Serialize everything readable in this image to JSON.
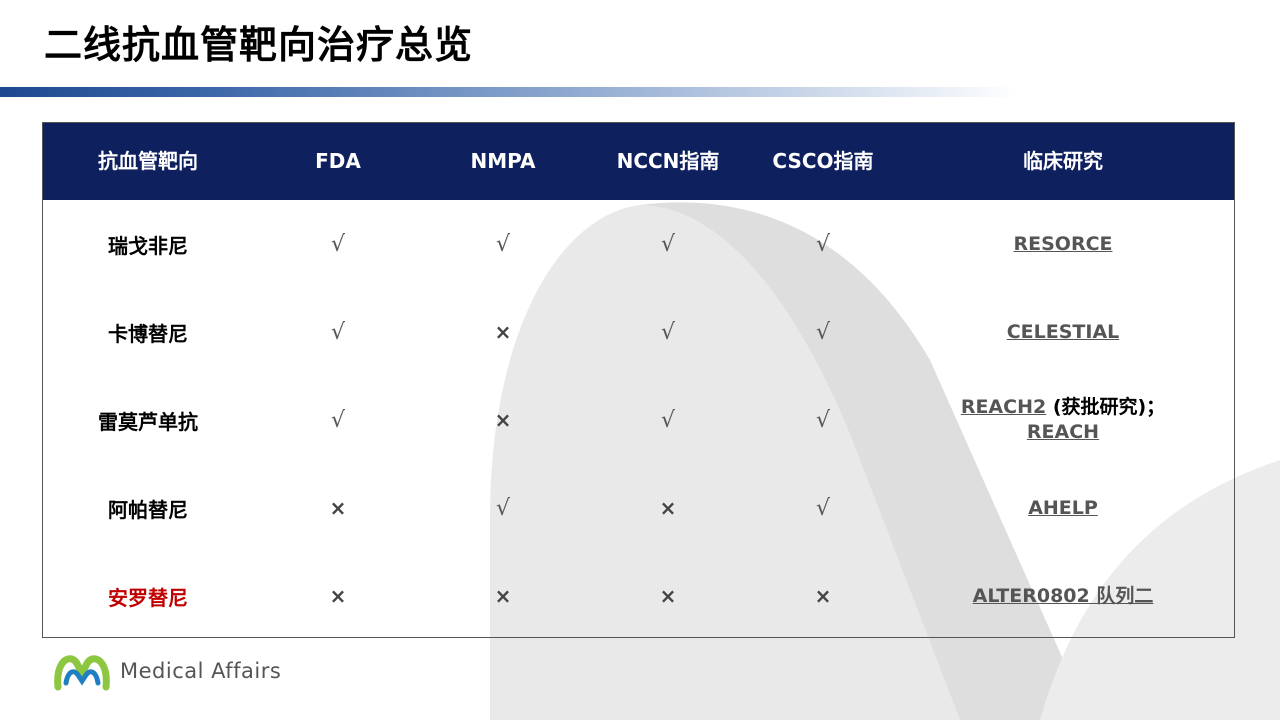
{
  "title": "二线抗血管靶向治疗总览",
  "headers": [
    "抗血管靶向",
    "FDA",
    "NMPA",
    "NCCN指南",
    "CSCO指南",
    "临床研究"
  ],
  "symbols": {
    "yes": "√",
    "no": "×"
  },
  "rows": [
    {
      "drug": "瑞戈非尼",
      "fda": "√",
      "nmpa": "√",
      "nccn": "√",
      "csco": "√",
      "study": "RESORCE",
      "study2": "",
      "study_note": ""
    },
    {
      "drug": "卡博替尼",
      "fda": "√",
      "nmpa": "×",
      "nccn": "√",
      "csco": "√",
      "study": "CELESTIAL",
      "study2": "",
      "study_note": ""
    },
    {
      "drug": "雷莫芦单抗",
      "fda": "√",
      "nmpa": "×",
      "nccn": "√",
      "csco": "√",
      "study": "REACH2",
      "study_note": " (获批研究)；",
      "study2": "REACH"
    },
    {
      "drug": "阿帕替尼",
      "fda": "×",
      "nmpa": "√",
      "nccn": "×",
      "csco": "√",
      "study": "AHELP",
      "study2": "",
      "study_note": ""
    },
    {
      "drug": "安罗替尼",
      "fda": "×",
      "nmpa": "×",
      "nccn": "×",
      "csco": "×",
      "study": "ALTER0802 队列二",
      "study2": "",
      "study_note": ""
    }
  ],
  "footer": {
    "logo_text": "Medical Affairs"
  },
  "colors": {
    "header_bg": "#0f205e",
    "highlight_drug": "#c00000",
    "logo_green": "#8dc63f",
    "logo_blue": "#1f7fc1"
  }
}
